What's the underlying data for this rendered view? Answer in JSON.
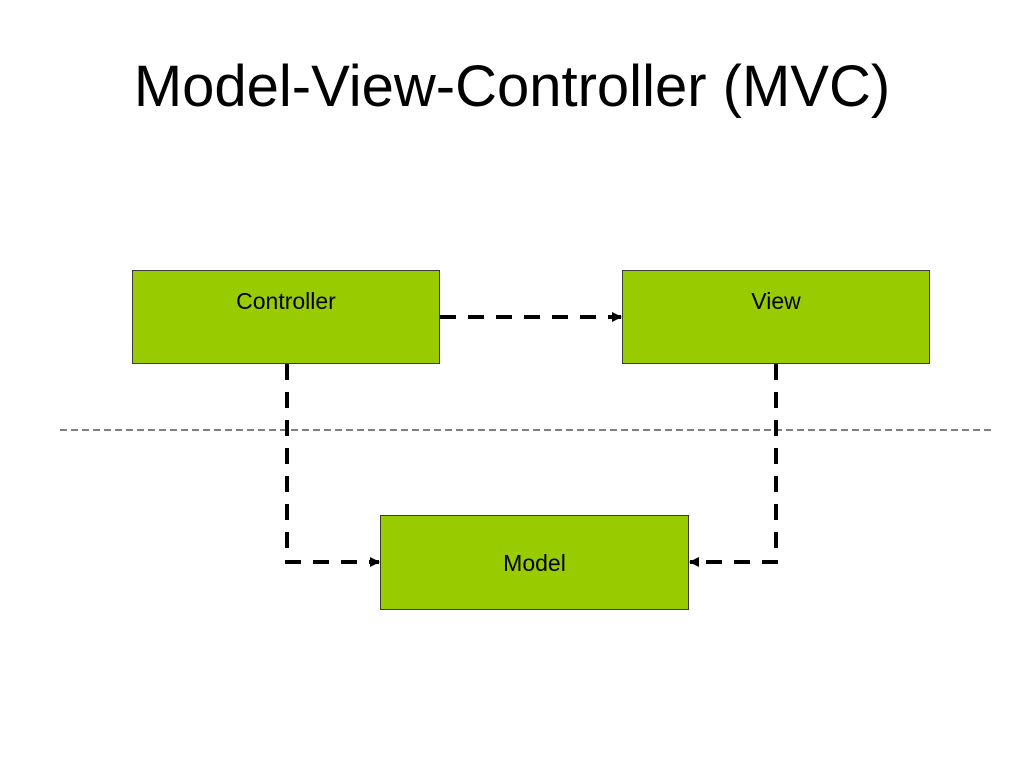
{
  "title": "Model-View-Controller (MVC)",
  "boxes": {
    "controller": "Controller",
    "view": "View",
    "model": "Model"
  },
  "colors": {
    "box_fill": "#99cc00",
    "line": "#000000"
  },
  "connections": [
    {
      "from": "controller",
      "to": "view"
    },
    {
      "from": "controller",
      "to": "model"
    },
    {
      "from": "view",
      "to": "model"
    }
  ]
}
